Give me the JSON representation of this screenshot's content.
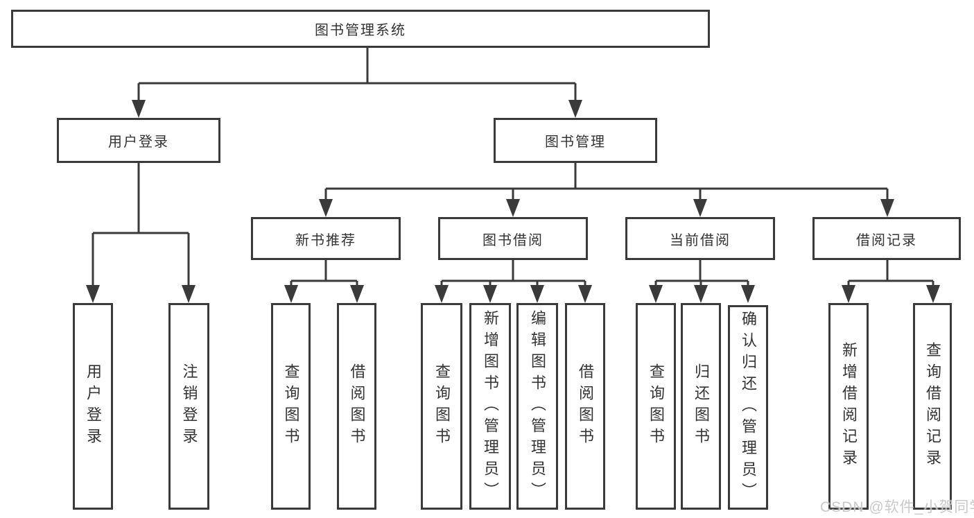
{
  "diagram": {
    "root": {
      "label": "图书管理系统"
    },
    "level2": [
      {
        "label": "用户登录"
      },
      {
        "label": "图书管理"
      }
    ],
    "level3": [
      {
        "label": "新书推荐",
        "parent": "图书管理"
      },
      {
        "label": "图书借阅",
        "parent": "图书管理"
      },
      {
        "label": "当前借阅",
        "parent": "图书管理"
      },
      {
        "label": "借阅记录",
        "parent": "图书管理"
      }
    ],
    "leaves": [
      {
        "label": "用户登录",
        "parent": "用户登录"
      },
      {
        "label": "注销登录",
        "parent": "用户登录"
      },
      {
        "label": "查询图书",
        "parent": "新书推荐"
      },
      {
        "label": "借阅图书",
        "parent": "新书推荐"
      },
      {
        "label": "查询图书",
        "parent": "图书借阅"
      },
      {
        "label": "新增图书（管理员）",
        "parent": "图书借阅"
      },
      {
        "label": "编辑图书（管理员）",
        "parent": "图书借阅"
      },
      {
        "label": "借阅图书",
        "parent": "图书借阅"
      },
      {
        "label": "查询图书",
        "parent": "当前借阅"
      },
      {
        "label": "归还图书",
        "parent": "当前借阅"
      },
      {
        "label": "确认归还（管理员）",
        "parent": "当前借阅"
      },
      {
        "label": "新增借阅记录",
        "parent": "借阅记录"
      },
      {
        "label": "查询借阅记录",
        "parent": "借阅记录"
      }
    ]
  },
  "watermark": {
    "text": "CSDN @软件_小贺同学"
  },
  "colors": {
    "line": "#3a3a3a",
    "text": "#333333",
    "background": "#ffffff",
    "watermark": "#c3c3c3"
  }
}
